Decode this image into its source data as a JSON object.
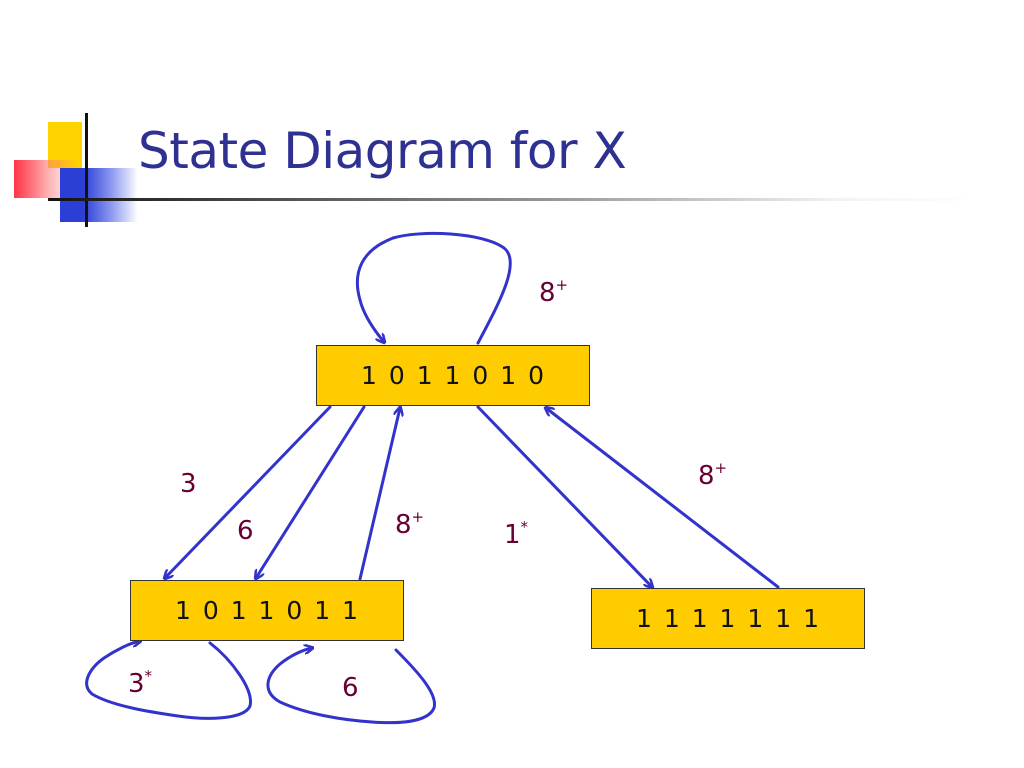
{
  "title": "State Diagram for X",
  "colors": {
    "title": "#2e3192",
    "state_fill": "#ffcc00",
    "arrow": "#3333cc",
    "label": "#660033"
  },
  "states": {
    "top": "1 0 1 1 0 1 0",
    "left": "1 0 1 1 0 1 1",
    "right": "1 1 1 1 1 1 1"
  },
  "labels": {
    "top_self_loop": {
      "base": "8",
      "sup": "+"
    },
    "top_to_left_a": {
      "base": "3",
      "sup": ""
    },
    "top_to_left_b": {
      "base": "6",
      "sup": ""
    },
    "left_to_top": {
      "base": "8",
      "sup": "+"
    },
    "top_to_right": {
      "base": "1",
      "sup": "*"
    },
    "right_to_top": {
      "base": "8",
      "sup": "+"
    },
    "left_self_loop_a": {
      "base": "3",
      "sup": "*"
    },
    "left_self_loop_b": {
      "base": "6",
      "sup": ""
    }
  }
}
